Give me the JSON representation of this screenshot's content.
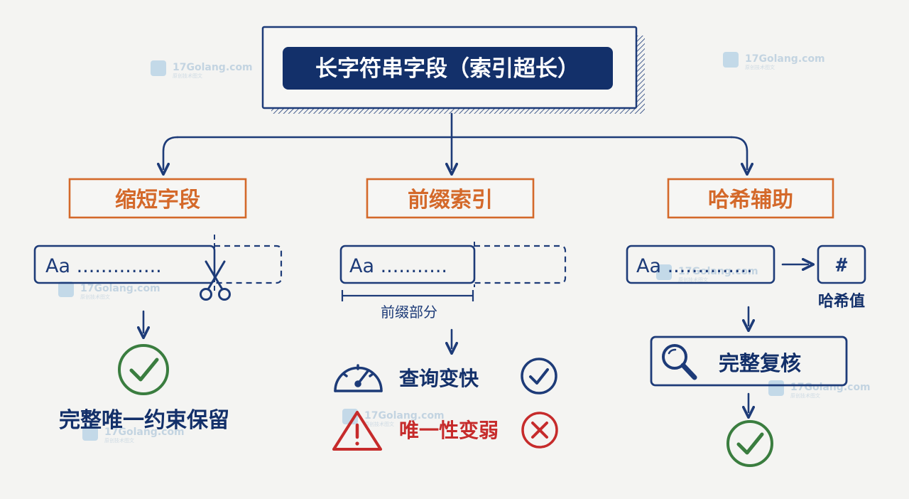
{
  "title": "长字符串字段（索引超长）",
  "colors": {
    "navy": "#1d3b78",
    "orange": "#d4692a",
    "green": "#3a7d3f",
    "red": "#c62b2b",
    "background": "#f4f4f2"
  },
  "branches": [
    {
      "label": "缩短字段",
      "sample_text": "Aa ..............",
      "result_label": "完整唯一约束保留"
    },
    {
      "label": "前缀索引",
      "sample_text": "Aa ...........",
      "prefix_label": "前缀部分",
      "pro_label": "查询变快",
      "con_label": "唯一性变弱"
    },
    {
      "label": "哈希辅助",
      "sample_text": "Aa ..............",
      "hash_symbol": "#",
      "hash_label": "哈希值",
      "verify_label": "完整复核"
    }
  ],
  "watermark": {
    "text": "17Golang.com",
    "subtext": "原创技术图文"
  },
  "icons": [
    "scissors-icon",
    "check-circle-icon",
    "speedometer-icon",
    "warning-icon",
    "x-circle-icon",
    "magnifier-icon",
    "hash-icon",
    "arrow-right-icon",
    "arrow-down-icon"
  ]
}
